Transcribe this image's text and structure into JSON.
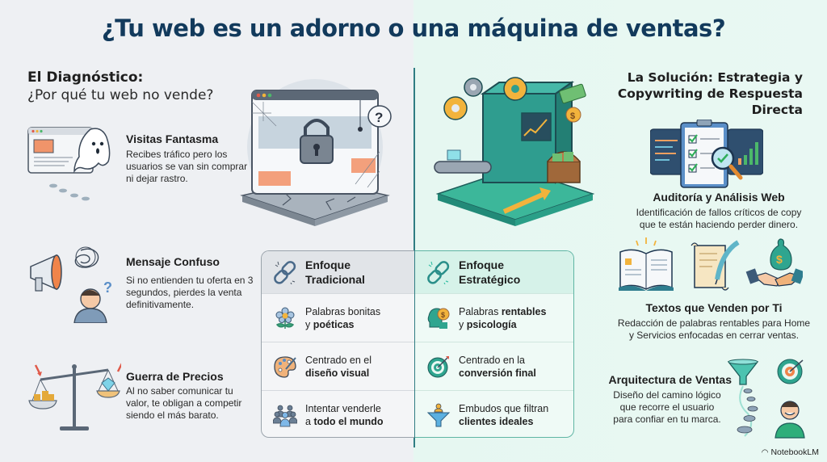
{
  "title": "¿Tu web es un adorno o una máquina de ventas?",
  "diagnosis": {
    "heading": "El Diagnóstico:",
    "subheading": "¿Por qué tu web no vende?",
    "items": [
      {
        "title": "Visitas Fantasma",
        "desc": "Recibes tráfico pero los usuarios se van sin comprar ni dejar rastro.",
        "icon": "ghost-browser-icon"
      },
      {
        "title": "Mensaje Confuso",
        "desc": "Si no entienden tu oferta en 3 segundos, pierdes la venta definitivamente.",
        "icon": "megaphone-confused-person-icon"
      },
      {
        "title": "Guerra de Precios",
        "desc": "Al no saber comunicar tu valor, te obligan a competir siendo el más barato.",
        "icon": "balance-scale-icon"
      }
    ]
  },
  "comparison": {
    "traditional": {
      "header": "Enfoque Tradicional",
      "rows": [
        {
          "plain": "Palabras bonitas",
          "bold_prefix": "y ",
          "bold": "poéticas",
          "icon": "flower-icon"
        },
        {
          "plain": "Centrado en el",
          "bold_prefix": "",
          "bold": "diseño visual",
          "icon": "palette-icon"
        },
        {
          "plain": "Intentar venderle",
          "bold_prefix": "a ",
          "bold": "todo el mundo",
          "icon": "crowd-icon"
        }
      ]
    },
    "strategic": {
      "header": "Enfoque Estratégico",
      "rows": [
        {
          "plain": "Palabras ",
          "bold_inline": "rentables",
          "bold_prefix": "y ",
          "bold": "psicología",
          "icon": "brain-coin-icon"
        },
        {
          "plain": "Centrado en la",
          "bold_prefix": "",
          "bold": "conversión final",
          "icon": "target-icon"
        },
        {
          "plain": "Embudos que filtran",
          "bold_prefix": "",
          "bold": "clientes ideales",
          "icon": "funnel-person-icon"
        }
      ]
    }
  },
  "solution": {
    "heading_lines": [
      "La Solución: Estrategia y",
      "Copywriting de Respuesta",
      "Directa"
    ],
    "items": [
      {
        "title": "Auditoría y Análisis Web",
        "desc_lines": [
          "Identificación de fallos críticos de copy",
          "que te están haciendo perder dinero."
        ],
        "icon": "clipboard-magnifier-icon"
      },
      {
        "title": "Textos que Venden por Ti",
        "desc_lines": [
          "Redacción de palabras rentables para Home",
          "y Servicios enfocadas en cerrar ventas."
        ],
        "icon": "book-quill-handshake-icon"
      },
      {
        "title": "Arquitectura de Ventas",
        "desc_lines": [
          "Diseño del camino lógico",
          "que recorre el usuario",
          "para confiar en tu marca."
        ],
        "icon": "funnel-target-path-icon"
      }
    ]
  },
  "brand": "NotebookLM",
  "colors": {
    "title": "#123a5c",
    "divider": "#2f7d82",
    "accent_teal": "#2aa39a",
    "accent_orange": "#f0a060"
  }
}
